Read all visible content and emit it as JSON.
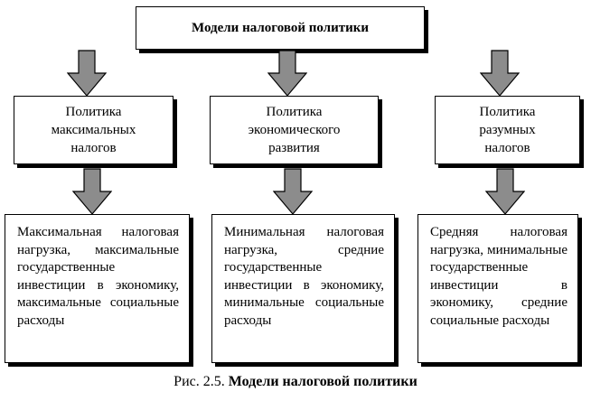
{
  "diagram": {
    "title": "Модели налоговой политики",
    "policies": [
      {
        "label": "Политика\nмаксимальных\nналогов"
      },
      {
        "label": "Политика\nэкономического\nразвития"
      },
      {
        "label": "Политика\nразумных\nналогов"
      }
    ],
    "descriptions": [
      {
        "text": "Максимальная налоговая нагрузка, максимальные государственные инвестиции в экономику, максимальные социальные расходы"
      },
      {
        "text": "Минимальная налоговая нагрузка, средние государственные инвестиции в экономику, минимальные социальные расходы"
      },
      {
        "text": "Средняя налоговая нагрузка, минимальные государственные инвестиции в экономику, средние социальные расходы"
      }
    ]
  },
  "caption": {
    "prefix": "Рис. 2.5.",
    "title": "Модели налоговой политики"
  },
  "colors": {
    "arrow_fill": "#8c8c8c",
    "border": "#000000"
  }
}
